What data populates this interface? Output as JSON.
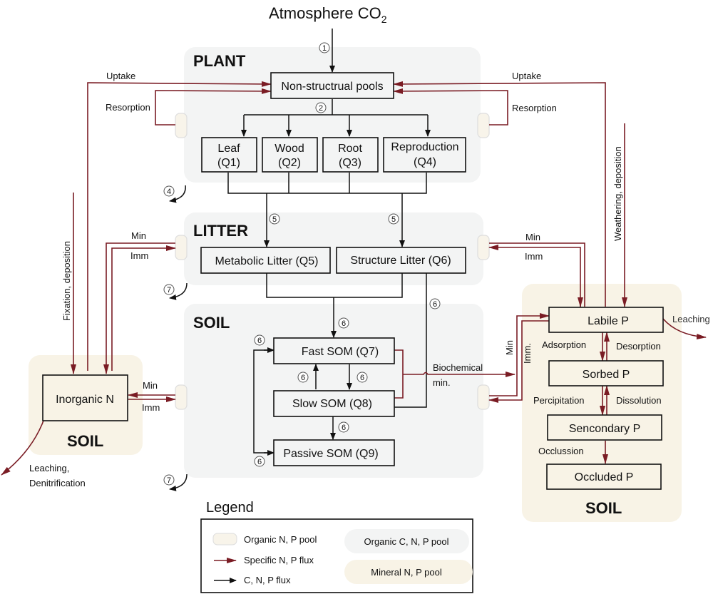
{
  "title": {
    "main": "Atmosphere CO",
    "sub": "2"
  },
  "compartments": {
    "plant": "PLANT",
    "litter": "LITTER",
    "soil_center": "SOIL",
    "soil_n": "SOIL",
    "soil_p": "SOIL"
  },
  "pools": {
    "nonstructural": "Non-structrual pools",
    "leaf": [
      "Leaf",
      "(Q1)"
    ],
    "wood": [
      "Wood",
      "(Q2)"
    ],
    "root": [
      "Root",
      "(Q3)"
    ],
    "reproduction": [
      "Reproduction",
      "(Q4)"
    ],
    "metabolic_litter": "Metabolic Litter (Q5)",
    "structure_litter": "Structure Litter (Q6)",
    "fast_som": "Fast SOM (Q7)",
    "slow_som": "Slow SOM (Q8)",
    "passive_som": "Passive SOM (Q9)",
    "inorganic_n": "Inorganic N",
    "labile_p": "Labile P",
    "sorbed_p": "Sorbed P",
    "secondary_p": "Sencondary P",
    "occluded_p": "Occluded P"
  },
  "flux_labels": {
    "uptake_left": "Uptake",
    "uptake_right": "Uptake",
    "resorption_left": "Resorption",
    "resorption_right": "Resorption",
    "fixation": "Fixation, deposition",
    "weathering": "Weathering, deposition",
    "min_litter_left": "Min",
    "imm_litter_left": "Imm",
    "min_litter_right": "Min",
    "imm_litter_right": "Imm",
    "min_soil_left": "Min",
    "imm_soil_left": "Imm",
    "min_soil_right": "Min",
    "imm_soil_right": "Imm.",
    "biochemical": "Biochemical",
    "biochemical_min": "min.",
    "leaching_p": "Leaching",
    "leaching_n": "Leaching,",
    "denitrification": "Denitrification",
    "adsorption": "Adsorption",
    "desorption": "Desorption",
    "precipitation": "Percipitation",
    "dissolution": "Dissolution",
    "occlussion": "Occlussion"
  },
  "process_numbers": {
    "n1": "1",
    "n2": "2",
    "n4": "4",
    "n5": "5",
    "n6": "6",
    "n7": "7"
  },
  "legend": {
    "title": "Legend",
    "organic_np_pool": "Organic N, P pool",
    "specific_np_flux": "Specific N, P flux",
    "cnp_flux": "C, N, P flux",
    "organic_cnp_pool": "Organic C, N, P pool",
    "mineral_np_pool": "Mineral N, P pool"
  },
  "colors": {
    "np_flux": "#7a1c24",
    "cnp_flux": "#111111",
    "organic_cnp_bg": "#f3f4f4",
    "mineral_bg": "#f8f3e6",
    "organic_np_pool": "#f8f4ea"
  }
}
